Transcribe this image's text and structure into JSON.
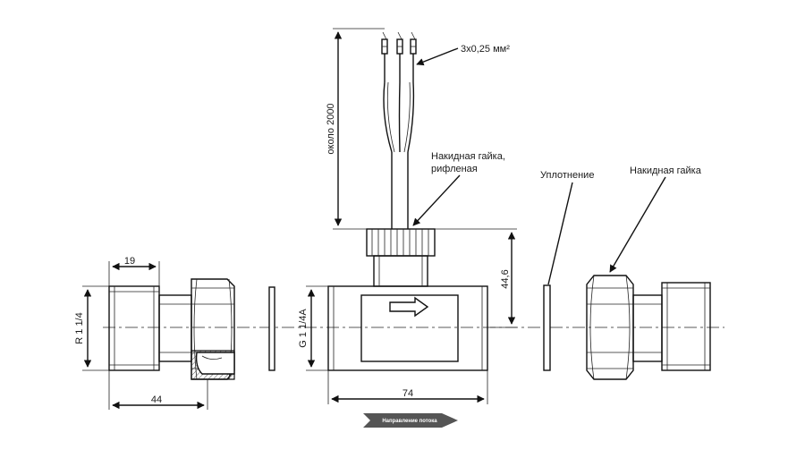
{
  "labels": {
    "wires": "3x0,25 мм²",
    "length": "около 2000",
    "knurled_nut_line1": "Накидная гайка,",
    "knurled_nut_line2": "рифленая",
    "seal": "Уплотнение",
    "union_nut": "Накидная гайка",
    "flow_direction": "Направление потока"
  },
  "dimensions": {
    "thread_r": "R 1 1/4",
    "thread_g": "G 1 1/4A",
    "dim_19": "19",
    "dim_44": "44",
    "dim_74": "74",
    "dim_44_6": "44,6"
  },
  "colors": {
    "line": "#111111",
    "hatch": "#555555",
    "flow_arrow_fill": "#555555"
  }
}
